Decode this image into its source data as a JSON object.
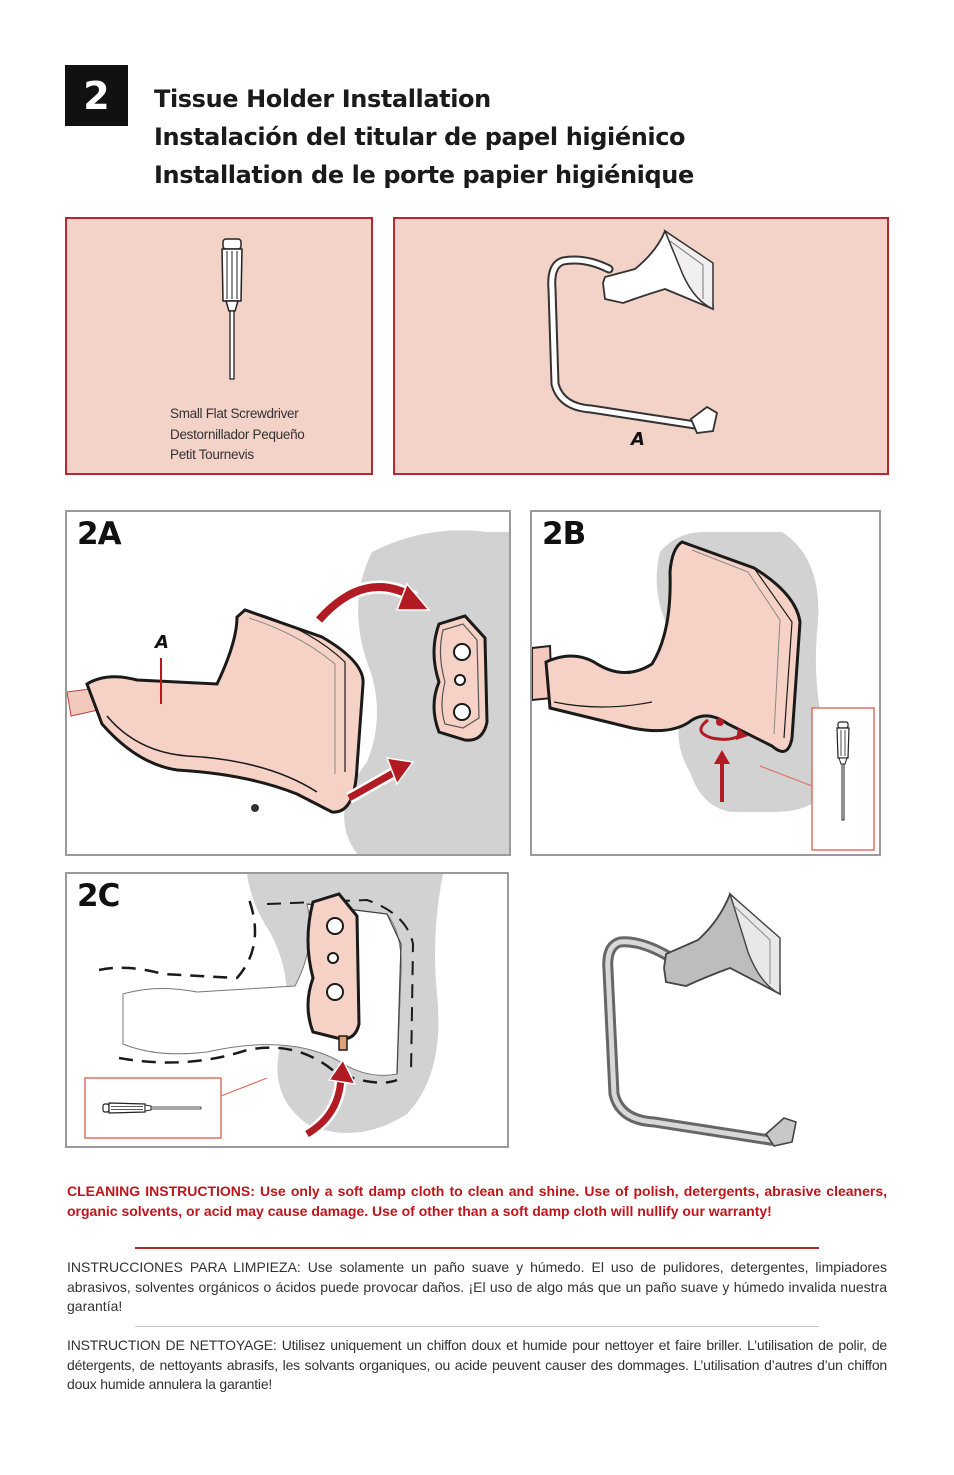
{
  "step": {
    "number": "2"
  },
  "titles": {
    "en": "Tissue Holder Installation",
    "es": "Instalación del titular de papel higiénico",
    "fr": "Installation de le porte papier higiénique"
  },
  "tools": {
    "captions": [
      "Small Flat Screwdriver",
      "Destornillador Pequeño",
      "Petit Tournevis"
    ]
  },
  "parts": {
    "letter": "A"
  },
  "substeps": {
    "a": {
      "label": "2A",
      "part_letter": "A"
    },
    "b": {
      "label": "2B"
    },
    "c": {
      "label": "2C"
    }
  },
  "cleaning": {
    "en": "CLEANING INSTRUCTIONS:  Use only a soft damp cloth to clean and shine. Use of polish, detergents, abrasive cleaners, organic solvents, or acid may cause damage. Use of other than a soft damp cloth will nullify our warranty!",
    "es": "INSTRUCCIONES PARA LIMPIEZA:  Use solamente un paño suave y húmedo. El uso de pulidores, detergentes, limpiadores abrasivos, solventes orgánicos o ácidos puede provocar daños. ¡El uso de algo más que un paño suave y húmedo invalida nuestra garantía!",
    "fr": "INSTRUCTION DE NETTOYAGE:  Utilisez uniquement un chiffon doux et humide pour nettoyer et faire briller. L’utilisation de polir, de détergents, de nettoyants abrasifs, les solvants organiques, ou acide peuvent causer des dommages. L’utilisation d’autres d’un chiffon doux humide annulera la garantie!"
  },
  "colors": {
    "accent_red": "#b5282f",
    "panel_pink": "#f3d2c7",
    "wall_grey": "#cfcfcf",
    "arrow_red": "#b31b24"
  }
}
